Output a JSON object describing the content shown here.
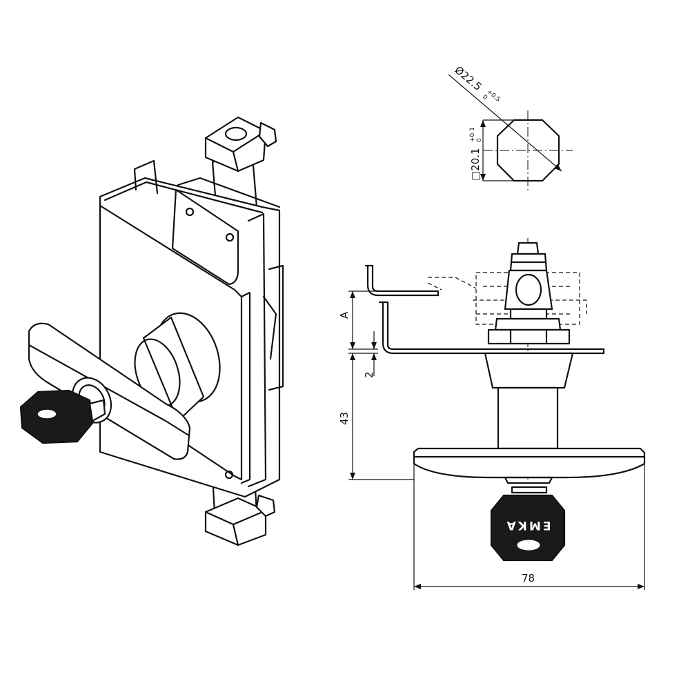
{
  "dimensions": {
    "diameter": "Ø22.5",
    "diameter_tol_upper": "+0.5",
    "diameter_tol_lower": "0",
    "square": "□20.1",
    "square_tol_upper": "+0.1",
    "square_tol_lower": "0",
    "a_label": "A",
    "offset": "2",
    "height": "43",
    "width": "78"
  },
  "key": {
    "brand": "EMKA"
  },
  "colors": {
    "line": "#111111",
    "background": "#ffffff",
    "key_fill": "#111111"
  }
}
